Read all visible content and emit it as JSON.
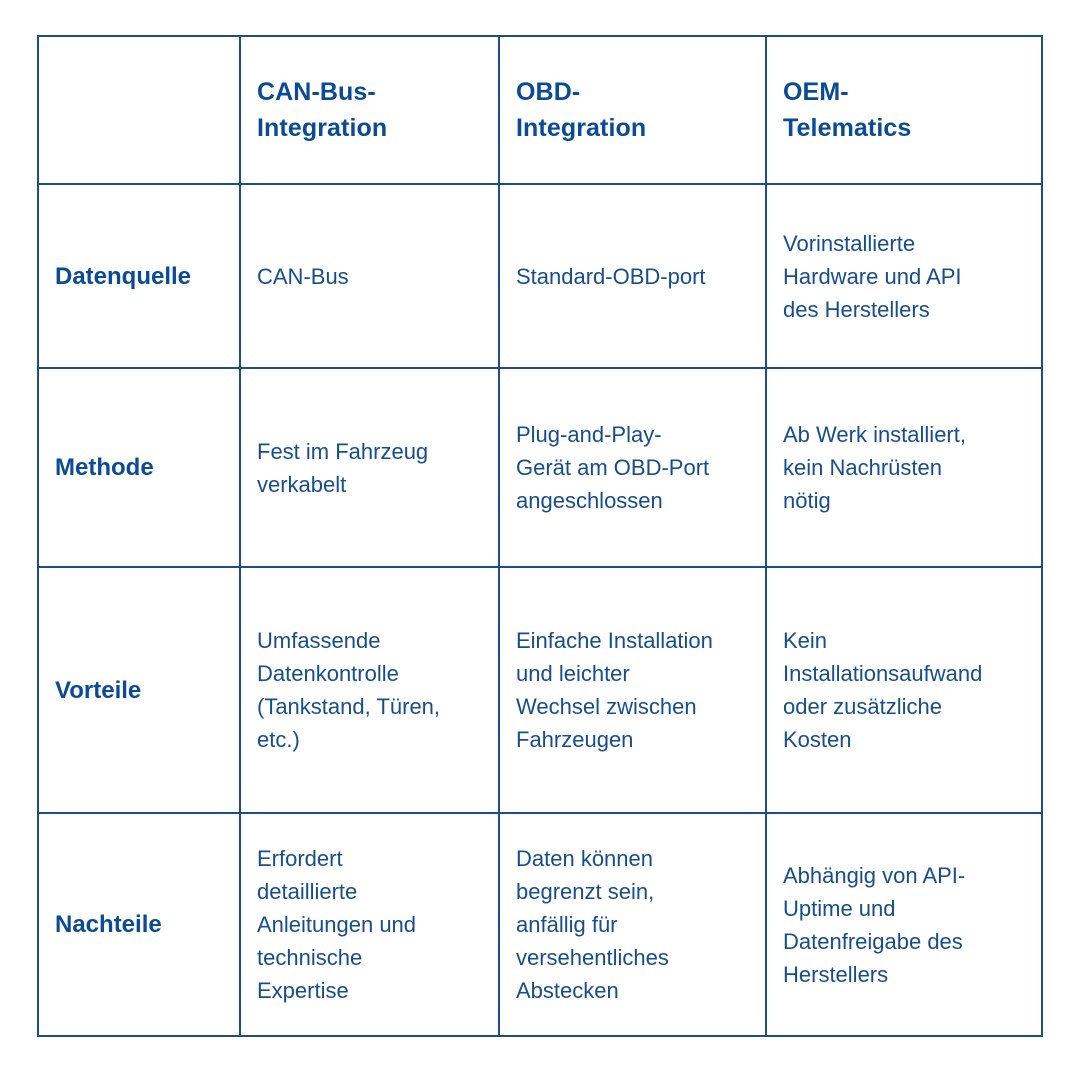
{
  "table": {
    "columns": [
      {
        "key": "can_bus",
        "label_lines": [
          "CAN-Bus-",
          "Integration"
        ]
      },
      {
        "key": "obd",
        "label_lines": [
          "OBD-",
          "Integration"
        ]
      },
      {
        "key": "oem",
        "label_lines": [
          "OEM-",
          "Telematics"
        ]
      }
    ],
    "rows": [
      {
        "label": "Datenquelle",
        "cells": [
          [
            "CAN-Bus"
          ],
          [
            "Standard-OBD-port"
          ],
          [
            "Vorinstallierte",
            "Hardware und API",
            "des Herstellers"
          ]
        ]
      },
      {
        "label": "Methode",
        "cells": [
          [
            "Fest im Fahrzeug",
            "verkabelt"
          ],
          [
            "Plug-and-Play-",
            "Gerät am OBD-Port",
            "angeschlossen"
          ],
          [
            "Ab Werk installiert,",
            "kein Nachrüsten",
            "nötig"
          ]
        ]
      },
      {
        "label": "Vorteile",
        "cells": [
          [
            "Umfassende",
            "Datenkontrolle",
            "(Tankstand, Türen,",
            "etc.)"
          ],
          [
            "Einfache Installation",
            "und leichter",
            "Wechsel zwischen",
            "Fahrzeugen"
          ],
          [
            "Kein",
            "Installationsaufwand",
            "oder zusätzliche",
            "Kosten"
          ]
        ]
      },
      {
        "label": "Nachteile",
        "cells": [
          [
            "Erfordert",
            "detaillierte",
            "Anleitungen und",
            "technische",
            "Expertise"
          ],
          [
            "Daten können",
            "begrenzt sein,",
            "anfällig für",
            "versehentliches",
            "Abstecken"
          ],
          [
            "Abhängig von API-",
            "Uptime und",
            "Datenfreigabe des",
            "Herstellers"
          ]
        ]
      }
    ]
  },
  "colors": {
    "header_text": "#0b4a95",
    "body_text": "#174d8c",
    "border": "#1f4e87",
    "background": "#ffffff"
  }
}
